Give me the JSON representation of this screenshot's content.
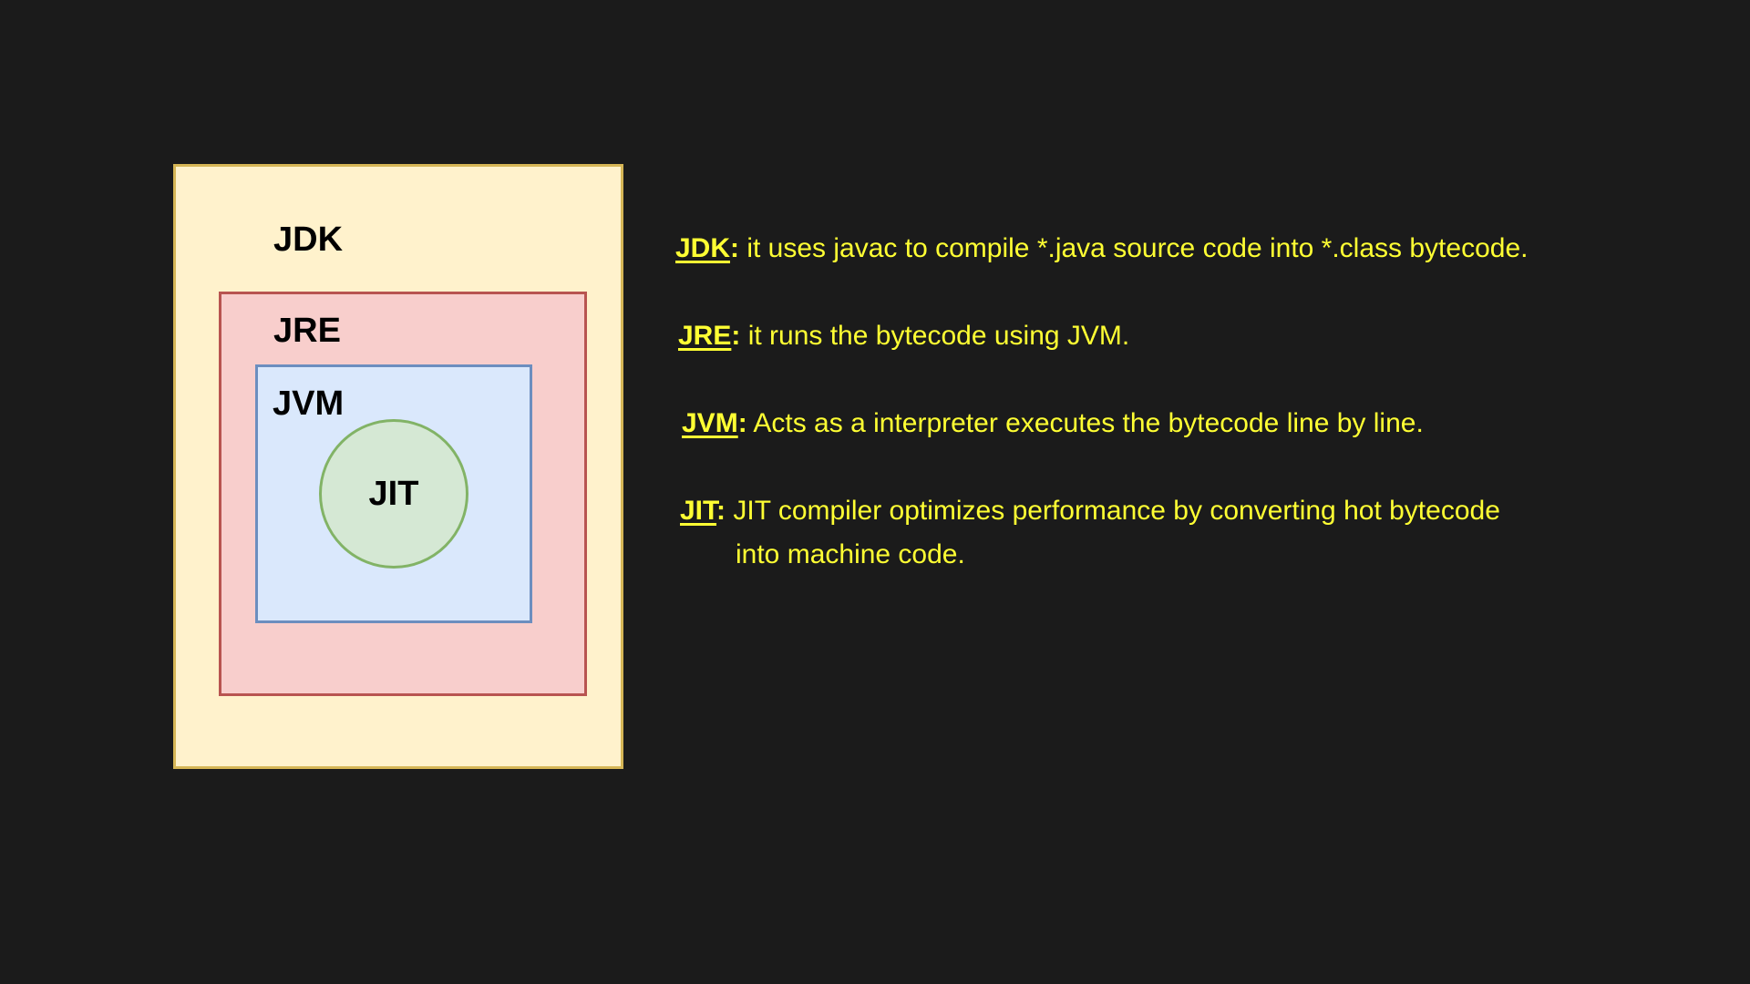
{
  "diagram": {
    "jdk": {
      "label": "JDK",
      "fill": "#fff2cc",
      "stroke": "#d6b656"
    },
    "jre": {
      "label": "JRE",
      "fill": "#f8cecc",
      "stroke": "#b85450"
    },
    "jvm": {
      "label": "JVM",
      "fill": "#dae8fc",
      "stroke": "#6c8ebf"
    },
    "jit": {
      "label": "JIT",
      "fill": "#d5e8d4",
      "stroke": "#82b366"
    }
  },
  "descriptions": {
    "text_color": "#ffff33",
    "jdk": {
      "term": "JDK",
      "text": " it uses javac to compile *.java source code into *.class bytecode."
    },
    "jre": {
      "term": "JRE",
      "text": " it runs the bytecode using JVM."
    },
    "jvm": {
      "term": "JVM",
      "text": " Acts as a interpreter executes the bytecode line by line."
    },
    "jit": {
      "term": "JIT",
      "text": " JIT compiler optimizes performance by converting hot bytecode",
      "text_cont": "into machine code."
    }
  }
}
